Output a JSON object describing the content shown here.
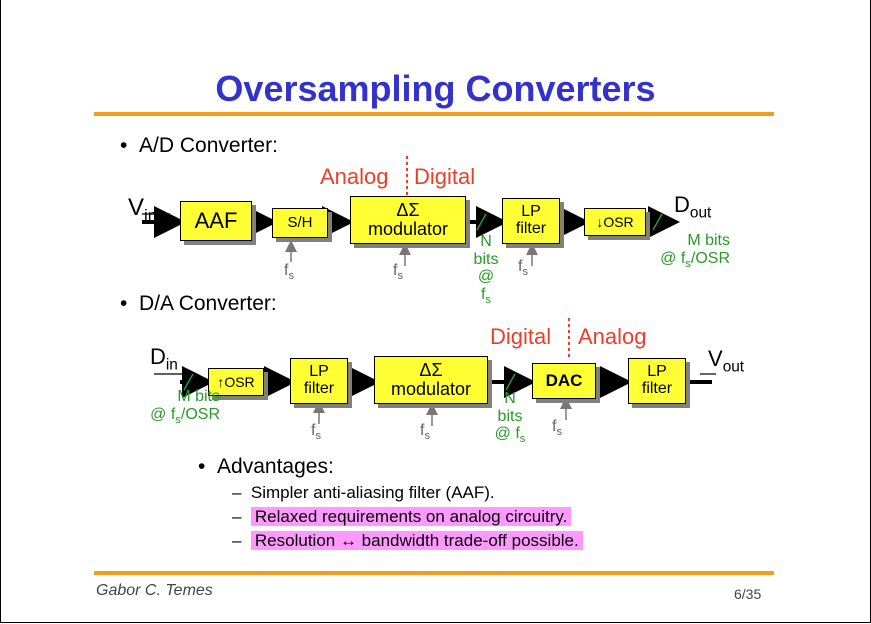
{
  "slide": {
    "title": "Oversampling Converters",
    "ad_bullet": "A/D Converter:",
    "da_bullet": "D/A Converter:",
    "advantages_bullet": "Advantages:",
    "advantages": [
      "Simpler anti-aliasing filter (AAF).",
      "Relaxed requirements on analog circuitry.",
      "Resolution ↔ bandwidth trade-off possible."
    ],
    "footer_author": "Gabor C. Temes",
    "page_number": "6/35"
  },
  "ad": {
    "input_v": "V",
    "input_sub": "in",
    "analog_label": "Analog",
    "digital_label": "Digital",
    "aaf": "AAF",
    "sh": "S/H",
    "mod_sym": "ΔΣ",
    "mod_text": "modulator",
    "lp1": "LP",
    "lp2": "filter",
    "osr": "OSR",
    "output_v": "D",
    "output_sub": "out",
    "n": "N",
    "bits": "bits",
    "at_fs": "@ f",
    "s": "s",
    "m_bits": "M bits",
    "at_fs_osr": "@ f",
    "osr_suffix": "/OSR",
    "fs": "f"
  },
  "da": {
    "input_v": "D",
    "input_sub": "in",
    "digital_label": "Digital",
    "analog_label": "Analog",
    "osr": "OSR",
    "lp1": "LP",
    "lp2": "filter",
    "mod_sym": "ΔΣ",
    "mod_text": "modulator",
    "dac": "DAC",
    "output_v": "V",
    "output_sub": "out",
    "m_bits": "M bits",
    "at_fs_osr": "@ f",
    "osr_suffix": "/OSR",
    "n": "N",
    "bits": "bits",
    "at_fs": "@ f",
    "s": "s",
    "fs": "f"
  },
  "colors": {
    "title": "#3333cc",
    "rule": "#f39c1f",
    "box": "#ffff33",
    "red_label": "#e8402a",
    "green_label": "#2a9a2a",
    "highlight": "#ff99ff"
  }
}
